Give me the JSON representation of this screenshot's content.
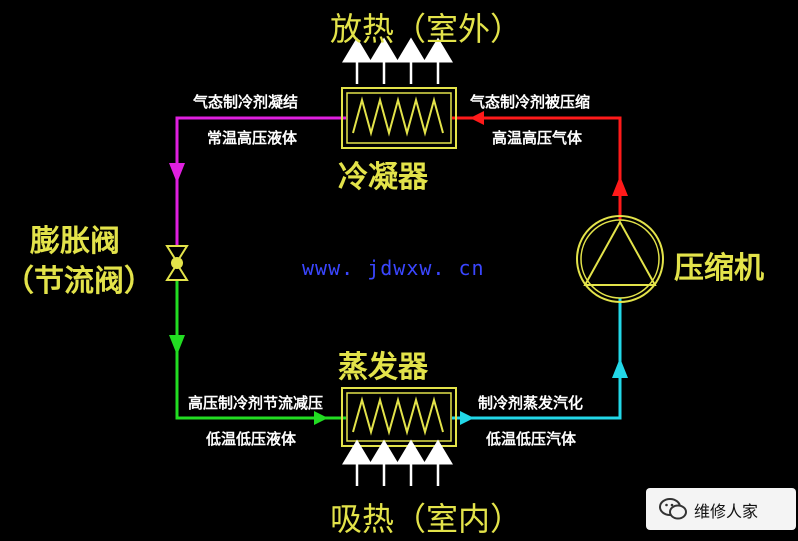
{
  "labels": {
    "top_heat": "放热（室外）",
    "bottom_heat": "吸热（室内）",
    "condenser": "冷凝器",
    "evaporator": "蒸发器",
    "compressor": "压缩机",
    "expansion_valve": "膨胀阀",
    "throttle_valve": "（节流阀）",
    "cond_left_top": "气态制冷剂凝结",
    "cond_left_bottom": "常温高压液体",
    "cond_right_top": "气态制冷剂被压缩",
    "cond_right_bottom": "高温高压气体",
    "evap_left_top": "高压制冷剂节流减压",
    "evap_left_bottom": "低温低压液体",
    "evap_right_top": "制冷剂蒸发汽化",
    "evap_right_bottom": "低温低压汽体",
    "url": "www. jdwxw. cn",
    "watermark": "维修人家"
  },
  "colors": {
    "hot_gas": "#ff1a1a",
    "warm_liquid": "#e020e0",
    "cold_liquid": "#22dd22",
    "cold_vapor": "#22d8e8",
    "component": "#e3e34a",
    "background": "#000000"
  }
}
